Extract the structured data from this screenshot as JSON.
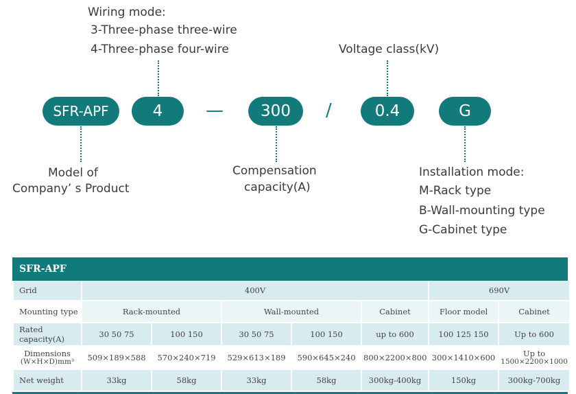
{
  "wiring": {
    "title": "Wiring mode:",
    "options": [
      "3-Three-phase three-wire",
      "4-Three-phase four-wire"
    ]
  },
  "voltage_label": "Voltage class(kV)",
  "code": {
    "model": "SFR-APF",
    "wiring": "4",
    "sep1": "—",
    "capacity": "300",
    "sep2": "/",
    "voltage": "0.4",
    "install": "G"
  },
  "model_label": [
    "Model of",
    "Company’ s  Product"
  ],
  "capacity_label": [
    "Compensation",
    "capacity(A)"
  ],
  "install": {
    "title": "Installation mode:",
    "options": [
      "M-Rack type",
      "B-Wall-mounting type",
      "G-Cabinet type"
    ]
  },
  "colors": {
    "accent": "#127a7a",
    "row_tint": "#d8ecef"
  },
  "table": {
    "title": "SFR-APF",
    "rows": {
      "grid": {
        "label": "Grid",
        "v400": "400V",
        "v690": "690V"
      },
      "mounting": {
        "label": "Mounting type",
        "rack": "Rack-mounted",
        "wall": "Wall-mounted",
        "cabinet": "Cabinet",
        "floor": "Floor model",
        "cabinet2": "Cabinet"
      },
      "rated": {
        "label": "Rated capacity(A)",
        "cells": [
          "30  50  75",
          "100  150",
          "30  50  75",
          "100  150",
          "up to 600",
          "100 125 150",
          "Up to 600"
        ]
      },
      "dims": {
        "label1": "Dimensions",
        "label2": "(W×H×D)mm³",
        "cells": [
          "509×189×588",
          "570×240×719",
          "529×613×189",
          "590×645×240",
          "800×2200×800",
          "300×1410×600"
        ],
        "last1": "Up to",
        "last2": "1500×2200×1000"
      },
      "weight": {
        "label": "Net weight",
        "cells": [
          "33kg",
          "58kg",
          "33kg",
          "58kg",
          "300kg-400kg",
          "150kg",
          "300kg-700kg"
        ]
      }
    }
  }
}
